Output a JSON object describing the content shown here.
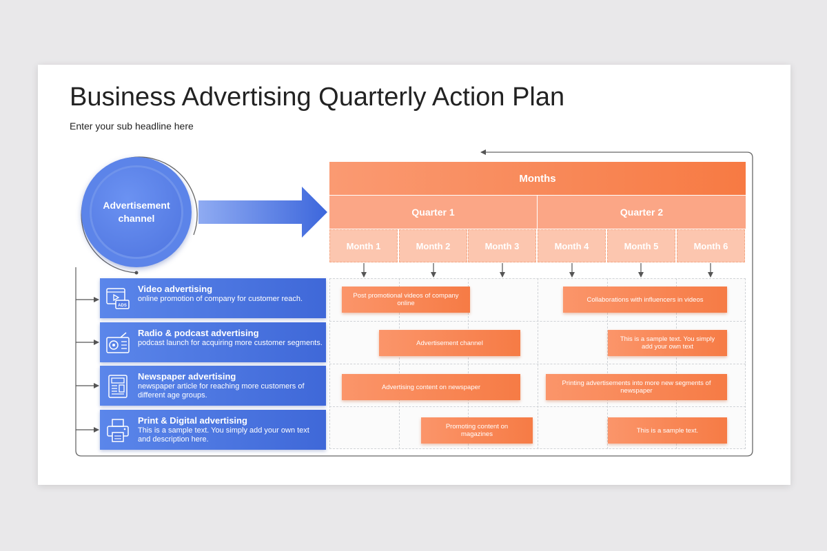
{
  "slide": {
    "title": "Business Advertising Quarterly Action Plan",
    "subtitle": "Enter your sub headline here"
  },
  "channel": {
    "label": "Advertisement channel",
    "color": "#4e74df"
  },
  "timeline": {
    "header": "Months",
    "quarters": [
      "Quarter 1",
      "Quarter 2"
    ],
    "months": [
      "Month 1",
      "Month 2",
      "Month 3",
      "Month 4",
      "Month 5",
      "Month 6"
    ],
    "accent": "#f77a43"
  },
  "channels": [
    {
      "icon": "video-ads-icon",
      "title": "Video advertising",
      "description": "online promotion of company for customer reach.",
      "tasks": [
        "Post promotional videos of company online",
        "Collaborations with influencers in videos"
      ]
    },
    {
      "icon": "radio-icon",
      "title": "Radio & podcast advertising",
      "description": "podcast launch for acquiring more customer segments.",
      "tasks": [
        "Advertisement channel",
        "This is a sample text. You simply add your own text"
      ]
    },
    {
      "icon": "newspaper-icon",
      "title": "Newspaper advertising",
      "description": "newspaper article for reaching more customers of different age groups.",
      "tasks": [
        "Advertising content on newspaper",
        "Printing advertisements into more new segments of newspaper"
      ]
    },
    {
      "icon": "printer-icon",
      "title": "Print & Digital advertising",
      "description": "This is a sample text. You simply add your own text and description here.",
      "tasks": [
        "Promoting content on magazines",
        "This is a sample text."
      ]
    }
  ]
}
